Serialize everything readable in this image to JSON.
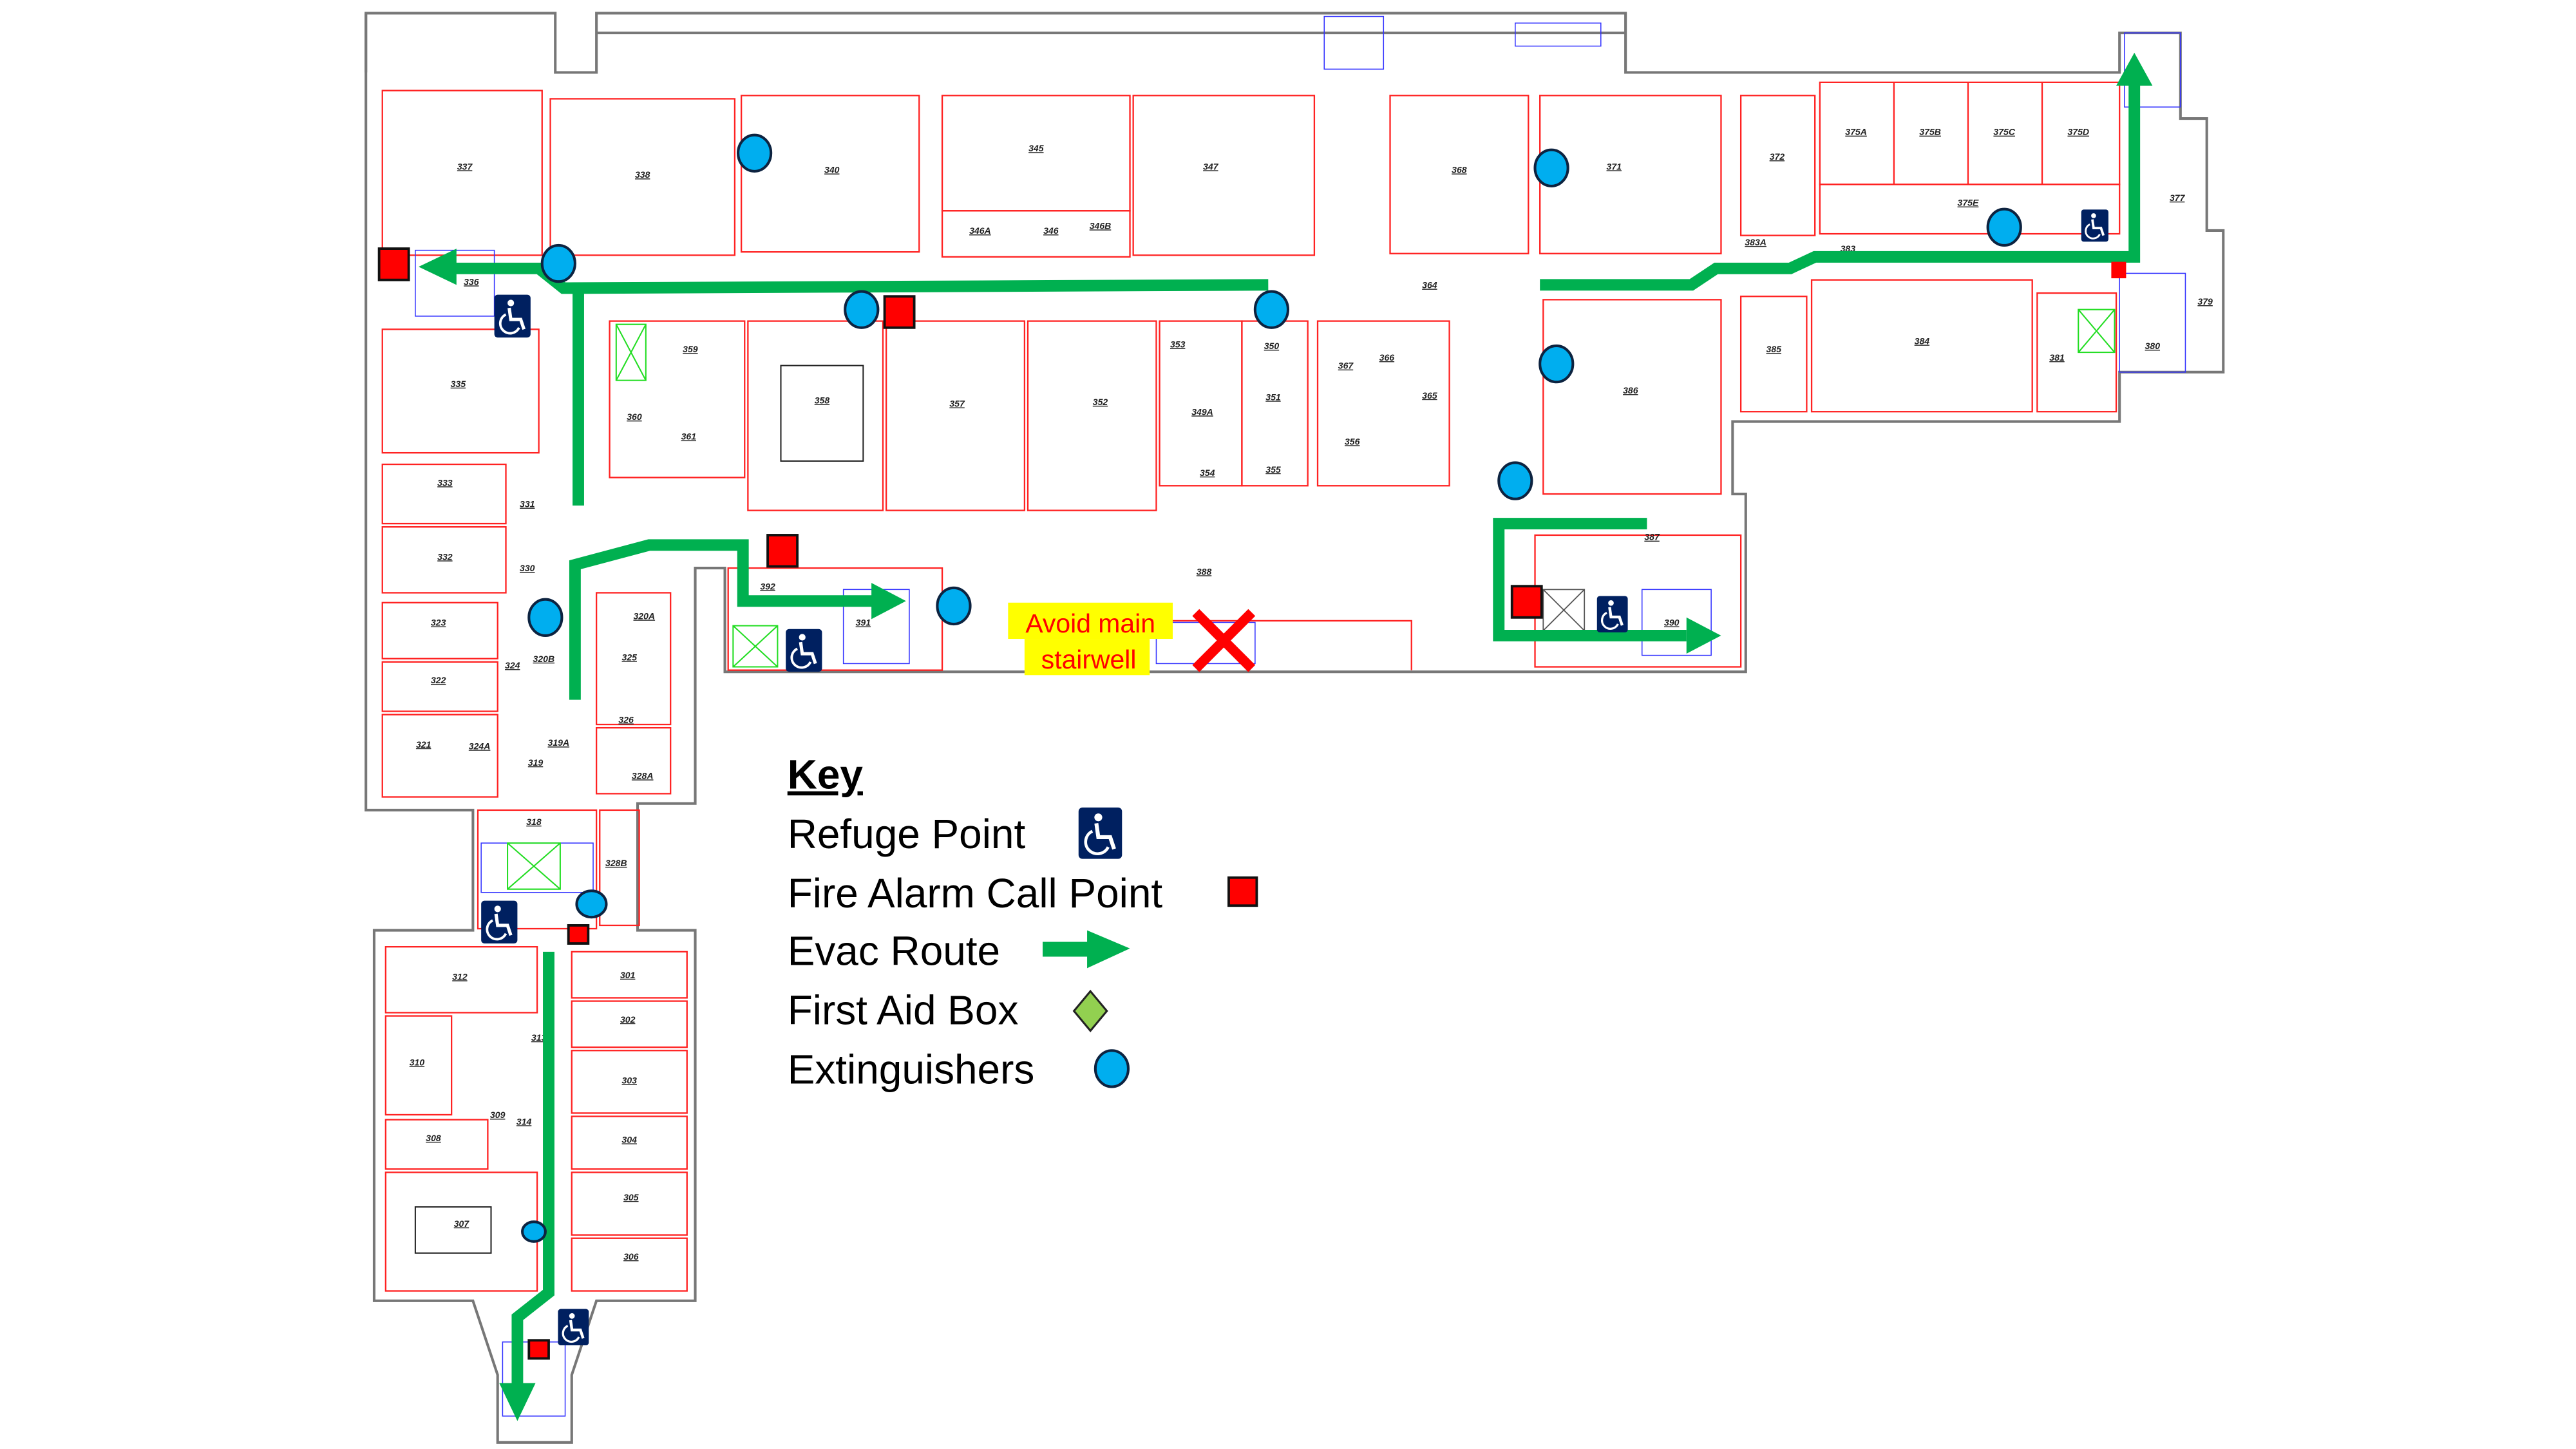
{
  "rooms": [
    "337",
    "338",
    "340",
    "345",
    "347",
    "346A",
    "346",
    "346B",
    "368",
    "371",
    "372",
    "375A",
    "375B",
    "375C",
    "375D",
    "375E",
    "377",
    "383A",
    "383",
    "364",
    "379",
    "380",
    "384",
    "385",
    "381",
    "386",
    "336",
    "335",
    "359",
    "358",
    "357",
    "352",
    "353",
    "350",
    "367",
    "366",
    "365",
    "351",
    "349A",
    "356",
    "355",
    "354",
    "360",
    "361",
    "333",
    "331",
    "332",
    "330",
    "323",
    "322",
    "321",
    "324",
    "324A",
    "320B",
    "320A",
    "325",
    "326",
    "319A",
    "319",
    "328A",
    "318",
    "328B",
    "392",
    "391",
    "388",
    "387",
    "390",
    "301",
    "302",
    "303",
    "304",
    "305",
    "306",
    "312",
    "313",
    "310",
    "309",
    "314",
    "308",
    "307"
  ],
  "warning": {
    "line1": "Avoid main",
    "line2": "stairwell"
  },
  "key": {
    "title": "Key",
    "items": [
      {
        "label": "Refuge Point",
        "icon": "wheelchair-icon"
      },
      {
        "label": "Fire Alarm Call Point",
        "icon": "red-square-icon"
      },
      {
        "label": "Evac Route",
        "icon": "green-arrow-icon"
      },
      {
        "label": "First Aid Box",
        "icon": "green-diamond-icon"
      },
      {
        "label": "Extinguishers",
        "icon": "blue-circle-icon"
      }
    ]
  },
  "colors": {
    "route": "#00b050",
    "call_point": "#ff0000",
    "extinguisher": "#00aeef",
    "refuge": "#002060",
    "first_aid": "#92d050",
    "warning_bg": "#ffff00"
  }
}
